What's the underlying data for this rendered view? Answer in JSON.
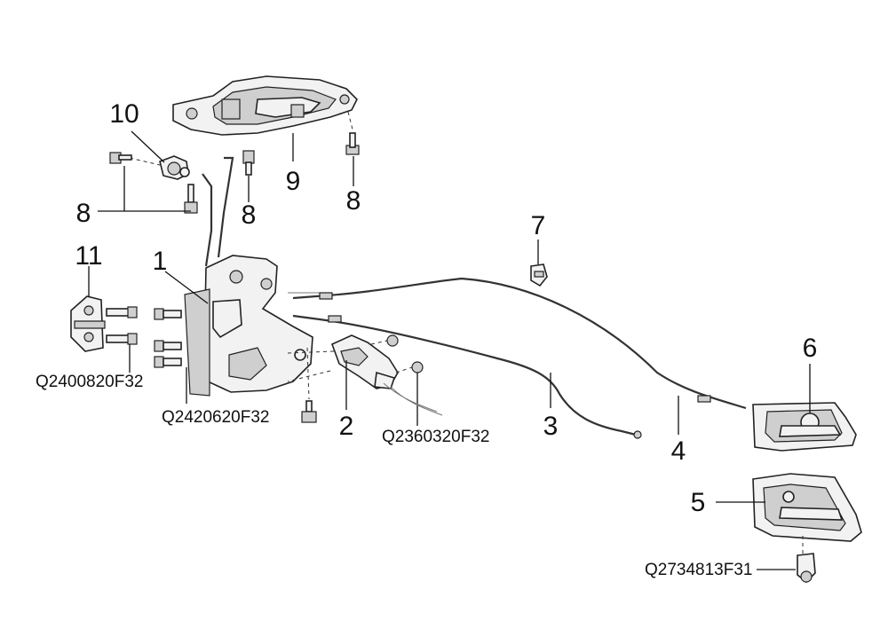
{
  "diagram": {
    "callouts": {
      "n1": "1",
      "n2": "2",
      "n3": "3",
      "n4": "4",
      "n5": "5",
      "n6": "6",
      "n7": "7",
      "n8a": "8",
      "n8b": "8",
      "n8c": "8",
      "n9": "9",
      "n10": "10",
      "n11": "11"
    },
    "part_codes": {
      "c1": "Q2400820F32",
      "c2": "Q2420620F32",
      "c3": "Q2360320F32",
      "c4": "Q2734813F31"
    }
  }
}
